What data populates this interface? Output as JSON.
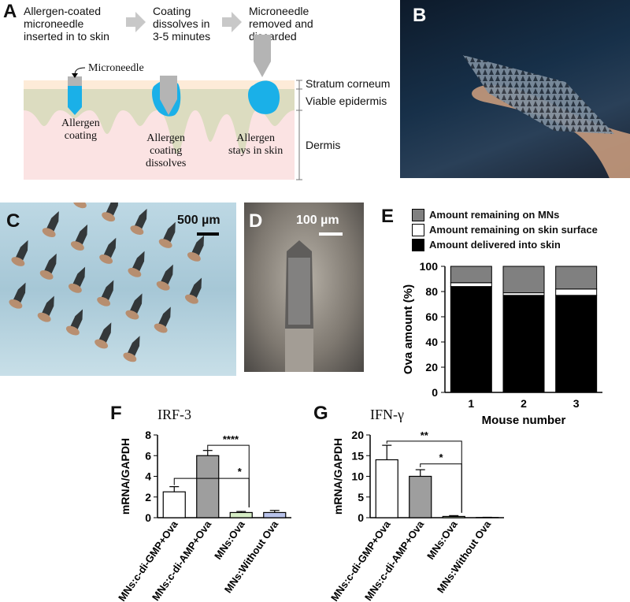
{
  "panels": {
    "a": {
      "letter": "A",
      "steps": [
        [
          "Allergen-coated",
          "microneedle",
          "inserted in to skin"
        ],
        [
          "Coating",
          "dissolves in",
          "3-5 minutes"
        ],
        [
          "Microneedle",
          "removed and",
          "discarded"
        ]
      ],
      "microneedle_label": "Microneedle",
      "labels": {
        "coating": [
          "Allergen",
          "coating"
        ],
        "dissolves": [
          "Allergen",
          "coating",
          "dissolves"
        ],
        "stays": [
          "Allergen",
          "stays in skin"
        ]
      },
      "layers": [
        "Stratum corneum",
        "Viable epidermis",
        "Dermis"
      ],
      "colors": {
        "coating": "#1ab0e8",
        "needle": "#b4b4b4",
        "epidermis": "#dcdcc0",
        "dermis": "#fbe3e3",
        "corneum": "#fdebd8"
      }
    },
    "b": {
      "letter": "B"
    },
    "c": {
      "letter": "C",
      "scale": "500 µm"
    },
    "d": {
      "letter": "D",
      "scale": "100 µm"
    },
    "e": {
      "letter": "E"
    },
    "f": {
      "letter": "F",
      "title": "IRF-3"
    },
    "g": {
      "letter": "G",
      "title": "IFN-γ"
    }
  },
  "chart_data": [
    {
      "id": "E",
      "type": "bar",
      "stacked": true,
      "categories": [
        "1",
        "2",
        "3"
      ],
      "series": [
        {
          "name": "Amount delivered into skin",
          "values": [
            84,
            77,
            77
          ],
          "color": "#000000"
        },
        {
          "name": "Amount remaining on skin surface",
          "values": [
            3,
            2,
            5
          ],
          "color": "#ffffff"
        },
        {
          "name": "Amount remaining on MNs",
          "values": [
            13,
            21,
            18
          ],
          "color": "#808080"
        }
      ],
      "xlabel": "Mouse number",
      "ylabel": "Ova amount (%)",
      "yticks": [
        "0",
        "20",
        "40",
        "60",
        "80",
        "100"
      ],
      "ylim": [
        0,
        100
      ],
      "legend": "top"
    },
    {
      "id": "F",
      "type": "bar",
      "title": "IRF-3",
      "categories": [
        "MNs:c-di-GMP+Ova",
        "MNs:c-di-AMP+Ova",
        "MNs:Ova",
        "MNs:Without Ova"
      ],
      "values": [
        2.5,
        6.0,
        0.5,
        0.5
      ],
      "errors": [
        0.5,
        0.5,
        0.1,
        0.2
      ],
      "fills": [
        "#ffffff",
        "#9e9e9e",
        "#d5ecc4",
        "#b8c2ea"
      ],
      "ylabel": "mRNA/GAPDH",
      "yticks": [
        "0",
        "2",
        "4",
        "6",
        "8"
      ],
      "ylim": [
        0,
        8
      ],
      "significance": [
        "****",
        "*"
      ]
    },
    {
      "id": "G",
      "type": "bar",
      "title": "IFN-γ",
      "categories": [
        "MNs:c-di-GMP+Ova",
        "MNs:c-di-AMP+Ova",
        "MNs:Ova",
        "MNs:Without Ova"
      ],
      "values": [
        14,
        10,
        0.3,
        0.05
      ],
      "errors": [
        3.5,
        1.6,
        0.2,
        0.05
      ],
      "fills": [
        "#ffffff",
        "#9e9e9e",
        "#d5ecc4",
        "#b8c2ea"
      ],
      "ylabel": "mRNA/GAPDH",
      "yticks": [
        "0",
        "5",
        "10",
        "15",
        "20"
      ],
      "ylim": [
        0,
        20
      ],
      "significance": [
        "**",
        "*"
      ]
    }
  ]
}
